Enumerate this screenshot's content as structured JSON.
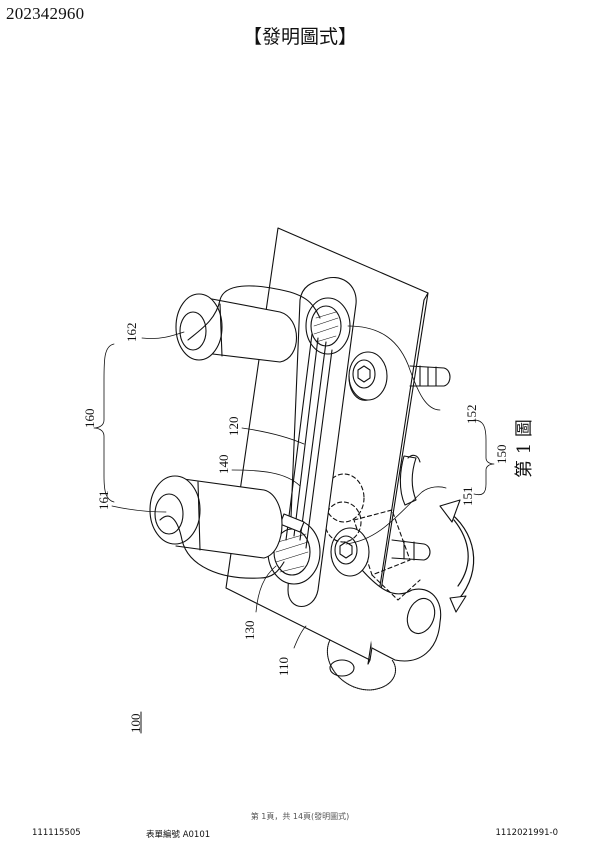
{
  "header": {
    "doc_number": "202342960",
    "section_title": "【發明圖式】"
  },
  "figure": {
    "label": "第 1 圖",
    "refs": {
      "r100": "100",
      "r110": "110",
      "r120": "120",
      "r130": "130",
      "r140": "140",
      "r150": "150",
      "r151": "151",
      "r152": "152",
      "r160": "160",
      "r161": "161",
      "r162": "162"
    }
  },
  "footer": {
    "page_info": "第 1頁，共 14頁(發明圖式)",
    "left_code": "111115505",
    "form_code": "表單編號 A0101",
    "right_code": "1112021991-0"
  }
}
